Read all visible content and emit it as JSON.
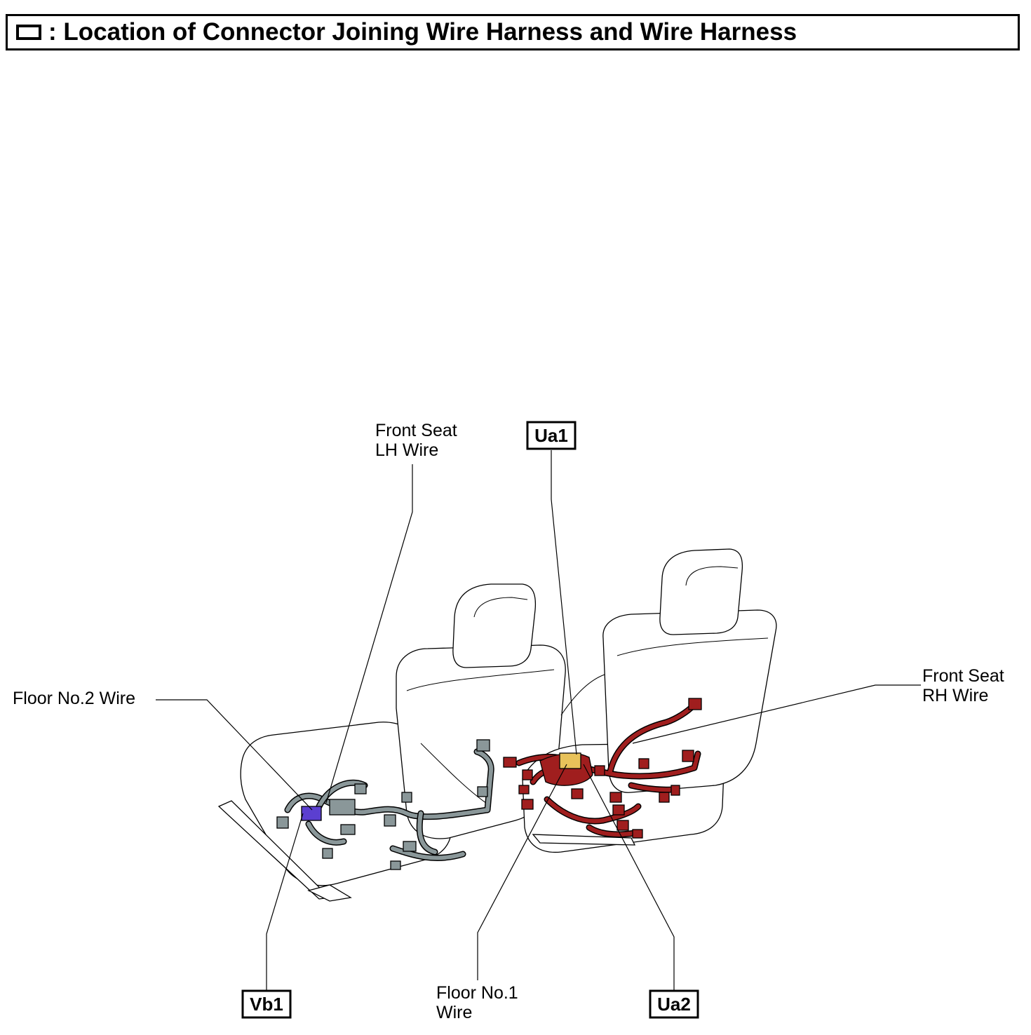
{
  "header": {
    "title": ": Location of Connector Joining Wire Harness and Wire Harness"
  },
  "labels": {
    "front_seat_lh": [
      "Front Seat",
      "LH Wire"
    ],
    "front_seat_rh": [
      "Front Seat",
      "RH Wire"
    ],
    "floor_no2": "Floor No.2 Wire",
    "floor_no1": [
      "Floor No.1",
      "Wire"
    ]
  },
  "connectors": {
    "ua1": "Ua1",
    "ua2": "Ua2",
    "vb1": "Vb1"
  },
  "colors": {
    "lh_harness": "#8a9799",
    "rh_harness": "#a01e1e",
    "vb1_connector": "#5b3fd0",
    "ua_connector": "#e8c25a"
  }
}
